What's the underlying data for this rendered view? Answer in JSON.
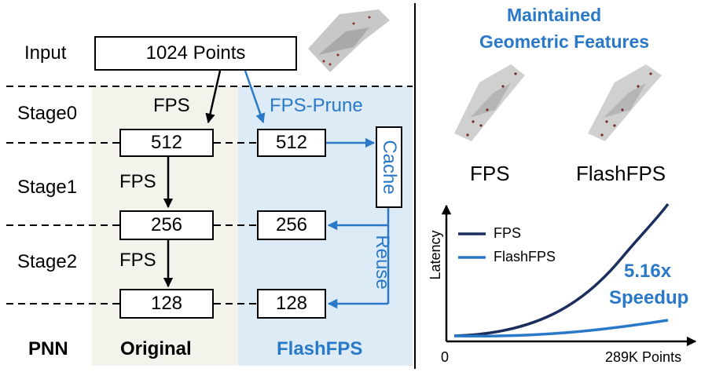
{
  "left": {
    "input_label": "Input",
    "input_box": "1024 Points",
    "stages": [
      "Stage0",
      "Stage1",
      "Stage2"
    ],
    "fps_label": "FPS",
    "fps_prune_label": "FPS-Prune",
    "original_values": [
      "512",
      "256",
      "128"
    ],
    "flash_values": [
      "512",
      "256",
      "128"
    ],
    "cache_label": "Cache",
    "reuse_label": "Reuse",
    "footer_pnn": "PNN",
    "footer_original": "Original",
    "footer_flashfps": "FlashFPS"
  },
  "right": {
    "title_line1": "Maintained",
    "title_line2": "Geometric Features",
    "caption_fps": "FPS",
    "caption_flashfps": "FlashFPS"
  },
  "chart_data": {
    "type": "line",
    "ylabel": "Latency",
    "x_tick_left": "0",
    "x_tick_right": "289K Points",
    "series": [
      {
        "name": "FPS",
        "color": "#1c2e5e"
      },
      {
        "name": "FlashFPS",
        "color": "#2a78c8"
      }
    ],
    "annotation_line1": "5.16x",
    "annotation_line2": "Speedup"
  },
  "colors": {
    "blue": "#2a78c8",
    "navy": "#1c2e5e",
    "original_bg": "#f3f3ec",
    "flash_bg": "#dcebf5"
  }
}
